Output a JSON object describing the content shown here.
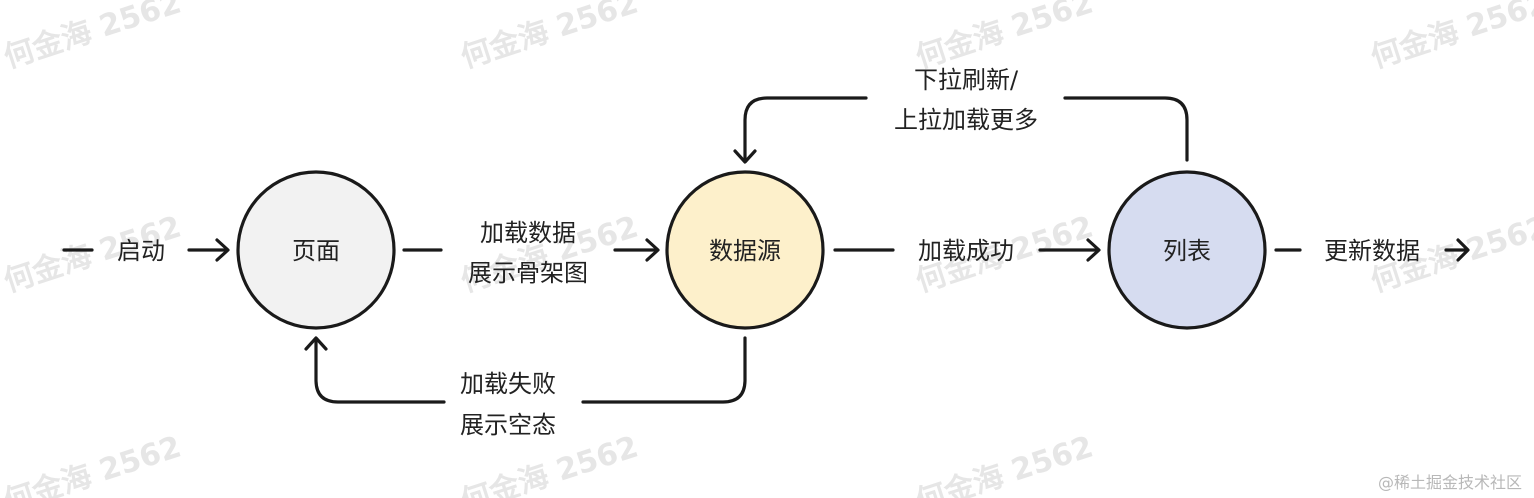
{
  "watermark": {
    "text": "何金海 2562"
  },
  "credit": "@稀土掘金技术社区",
  "nodes": {
    "page": {
      "label": "页面",
      "fill": "#f2f2f2"
    },
    "datasource": {
      "label": "数据源",
      "fill": "#fdf0cb"
    },
    "list": {
      "label": "列表",
      "fill": "#d6dcf0"
    }
  },
  "edges": {
    "start": {
      "label": "启动"
    },
    "load_data": {
      "line1": "加载数据",
      "line2": "展示骨架图"
    },
    "load_fail": {
      "line1": "加载失败",
      "line2": "展示空态"
    },
    "load_success": {
      "label": "加载成功"
    },
    "refresh": {
      "line1": "下拉刷新/",
      "line2": "上拉加载更多"
    },
    "update": {
      "label": "更新数据"
    }
  }
}
